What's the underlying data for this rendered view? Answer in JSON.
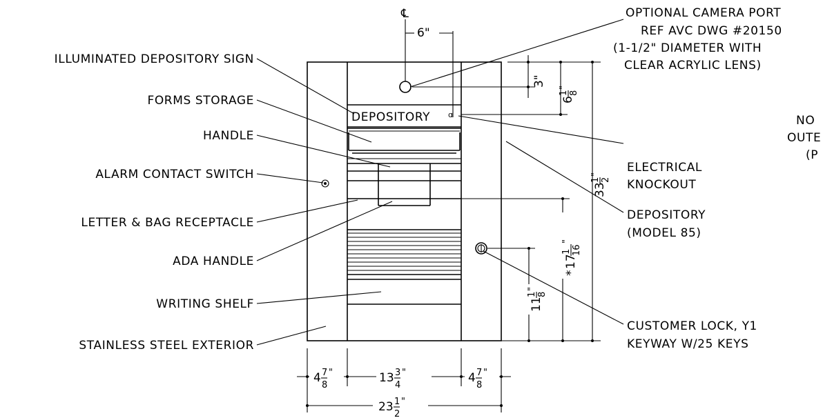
{
  "centerline_symbol": "℄",
  "labels": {
    "illuminated_sign": "ILLUMINATED DEPOSITORY SIGN",
    "forms_storage": "FORMS STORAGE",
    "handle": "HANDLE",
    "alarm_switch": "ALARM CONTACT SWITCH",
    "receptacle": "LETTER & BAG RECEPTACLE",
    "ada_handle": "ADA HANDLE",
    "writing_shelf": "WRITING SHELF",
    "exterior": "STAINLESS STEEL EXTERIOR",
    "camera_port": [
      "OPTIONAL CAMERA PORT",
      "REF AVC DWG #20150",
      "(1-1/2\" DIAMETER WITH",
      "CLEAR ACRYLIC LENS)"
    ],
    "electrical": [
      "ELECTRICAL",
      "KNOCKOUT"
    ],
    "depository_model": [
      "DEPOSITORY",
      "(MODEL 85)"
    ],
    "customer_lock": [
      "CUSTOMER LOCK, Y1",
      "KEYWAY W/25 KEYS"
    ],
    "note_partial": [
      "NO",
      "OUTE",
      "(P"
    ]
  },
  "sign_text": "DEPOSITORY",
  "dimensions": {
    "cam_offset": "6\"",
    "cam_height": "3\"",
    "top_to_knockout": {
      "whole": "6",
      "num": "1",
      "den": "8",
      "unit": "\""
    },
    "overall_height": {
      "whole": "33",
      "num": "1",
      "den": "2",
      "unit": "\""
    },
    "receptacle_height": {
      "prefix": "*",
      "whole": "17",
      "num": "1",
      "den": "16",
      "unit": "\""
    },
    "lock_height": {
      "whole": "11",
      "num": "1",
      "den": "8",
      "unit": "\""
    },
    "left_margin": {
      "whole": "4",
      "num": "7",
      "den": "8",
      "unit": "\""
    },
    "center_width": {
      "whole": "13",
      "num": "3",
      "den": "4",
      "unit": "\""
    },
    "right_margin": {
      "whole": "4",
      "num": "7",
      "den": "8",
      "unit": "\""
    },
    "overall_width": {
      "whole": "23",
      "num": "1",
      "den": "2",
      "unit": "\""
    }
  }
}
